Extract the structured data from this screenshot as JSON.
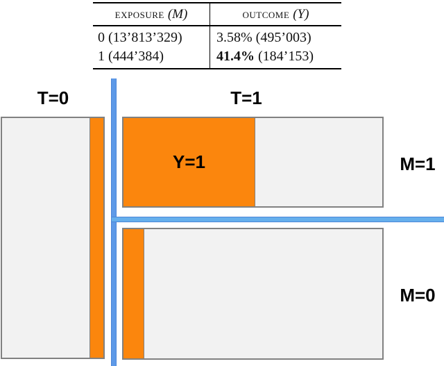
{
  "table": {
    "header": [
      {
        "label": "exposure",
        "var": "(M)"
      },
      {
        "label": "outcome",
        "var": "(Y)"
      }
    ],
    "rows": [
      {
        "exposure": "0 (13’813’329)",
        "outcome_pct": "3.58%",
        "outcome_count": "(495’003)"
      },
      {
        "exposure": "1 (444’384)",
        "outcome_pct": "41.4%",
        "outcome_count": "(184’153)"
      }
    ]
  },
  "mosaic": {
    "labels": {
      "t0": "T=0",
      "t1": "T=1",
      "y1": "Y=1",
      "m1": "M=1",
      "m0": "M=0"
    }
  },
  "colors": {
    "orange": "#FB860D",
    "blue_vertical": "#5E9AE8",
    "blue_horizontal": "#66AFEC",
    "panel_fill": "#F2F2F2",
    "panel_border": "#818181"
  },
  "chart_data": [
    {
      "type": "table",
      "columns": [
        "exposure (M)",
        "outcome (Y)"
      ],
      "rows": [
        [
          "0 (13’813’329)",
          "3.58% (495’003)"
        ],
        [
          "1 (444’384)",
          "41.4% (184’153)"
        ]
      ],
      "notes": "outcome percentage of row M=1 (41.4%) is bold"
    },
    {
      "type": "mosaic",
      "groups": [
        {
          "label": "T=0",
          "orange_fraction": 0.13,
          "orientation": "vertical-strip-right"
        },
        {
          "label": "T=1 M=1",
          "orange_fraction": 0.5,
          "annotation": "Y=1",
          "orientation": "left-block"
        },
        {
          "label": "T=1 M=0",
          "orange_fraction": 0.08,
          "orientation": "left-strip"
        }
      ],
      "legend": "orange area = share with outcome Y=1; blue bars split T=0 vs T=1 and M=1 vs M=0",
      "grid": false
    }
  ]
}
